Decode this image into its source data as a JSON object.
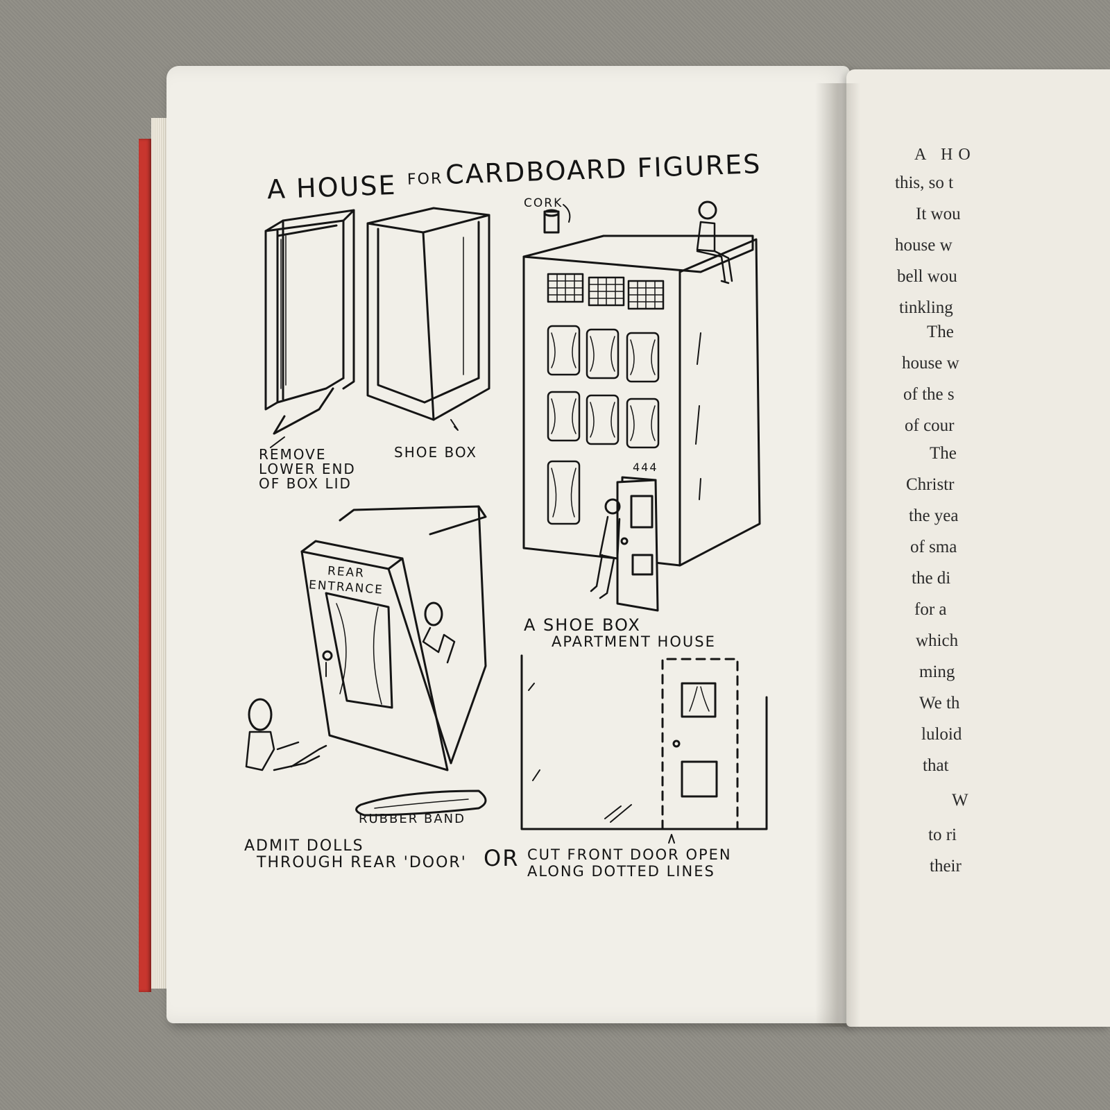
{
  "left_page": {
    "title_a_house": "A HOUSE",
    "title_for": "FOR",
    "title_cardboard": "CARDBOARD FIGURES",
    "label_cork": "CORK",
    "label_remove_1": "REMOVE",
    "label_remove_2": "LOWER END",
    "label_remove_3": "OF BOX LID",
    "label_shoe_box": "SHOE BOX",
    "label_number": "444",
    "label_rear_1": "REAR",
    "label_rear_2": "ENTRANCE",
    "label_apartment_1": "A SHOE BOX",
    "label_apartment_2": "APARTMENT HOUSE",
    "label_rubber_band": "RUBBER BAND",
    "label_admit_1": "ADMIT DOLLS",
    "label_admit_2": "THROUGH REAR 'DOOR'",
    "label_or": "OR",
    "label_cut_1": "CUT FRONT DOOR OPEN",
    "label_cut_2": "ALONG DOTTED LINES"
  },
  "right_page": {
    "lines": [
      "A HO",
      "this, so t",
      "It wou",
      "house w",
      "bell wou",
      "tinkling",
      "The",
      "house w",
      "of the s",
      "of cour",
      "The",
      "Christr",
      "the yea",
      "of sma",
      "the di",
      "for a",
      "which",
      "ming",
      "We th",
      "luloid",
      "that",
      "W",
      "to ri",
      "their"
    ]
  }
}
